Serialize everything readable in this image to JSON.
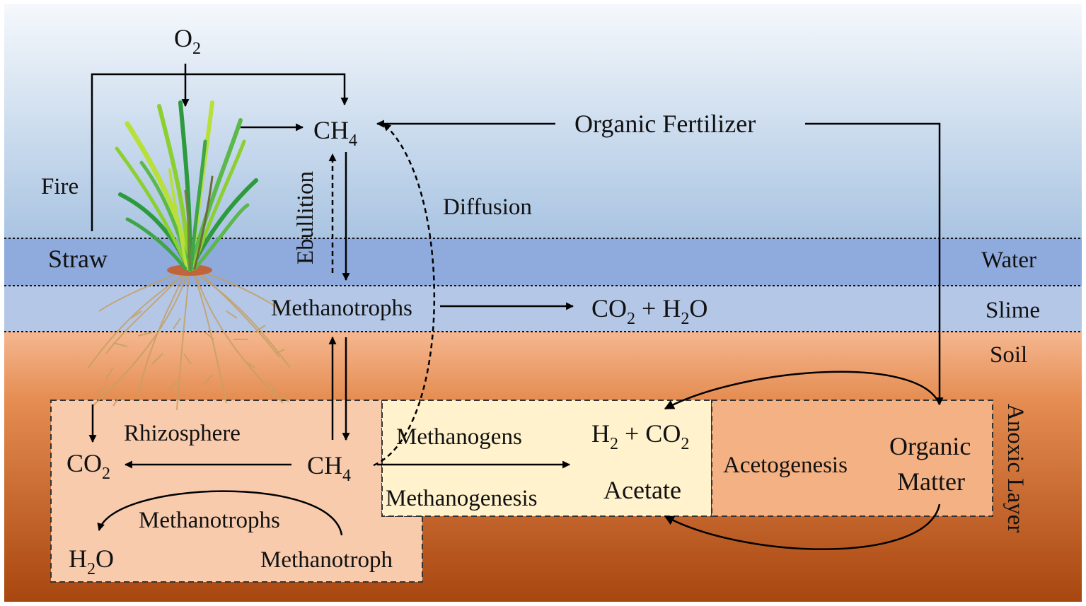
{
  "layers": {
    "water": "Water",
    "slime": "Slime",
    "soil": "Soil",
    "anoxic": "Anoxic Layer"
  },
  "atmosphere": {
    "o2": {
      "base": "O",
      "sub": "2"
    },
    "ch4": {
      "base": "CH",
      "sub": "4"
    },
    "fire": "Fire",
    "straw": "Straw",
    "organic_fertilizer": "Organic Fertilizer",
    "ebullition": "Ebullition",
    "diffusion": "Diffusion"
  },
  "slime_zone": {
    "methanotrophs": "Methanotrophs",
    "products": {
      "co2_base": "CO",
      "co2_sub": "2",
      "plus": " + H",
      "h2o_sub": "2",
      "o": "O"
    }
  },
  "rhizosphere": {
    "title": "Rhizosphere",
    "co2": {
      "base": "CO",
      "sub": "2"
    },
    "ch4": {
      "base": "CH",
      "sub": "4"
    },
    "methanotrophs": "Methanotrophs",
    "h2o": {
      "base": "H",
      "sub": "2",
      "tail": "O"
    },
    "methanotroph": "Methanotroph"
  },
  "methanogenesis_zone": {
    "methanogens": "Methanogens",
    "methanogenesis": "Methanogenesis",
    "h2co2": {
      "h": "H",
      "h_sub": "2",
      "mid": " + CO",
      "co2_sub": "2"
    },
    "acetate": "Acetate"
  },
  "acetogenesis_zone": {
    "acetogenesis": "Acetogenesis",
    "organic": "Organic",
    "matter": "Matter"
  },
  "colors": {
    "sky_top": "#f5f8fc",
    "sky_bottom": "#a9c4e2",
    "water": "#8faadc",
    "slime": "#b4c7e7",
    "soil_top": "#f5b790",
    "soil_bottom": "#a8460f",
    "rhizosphere_box": "#f8cbad",
    "methanogenesis_box": "#fff2cc",
    "acetogenesis_box": "#f4b183",
    "root": "#c5a064",
    "leaf_light": "#b7e03a",
    "leaf_dark": "#2e9a3e"
  }
}
